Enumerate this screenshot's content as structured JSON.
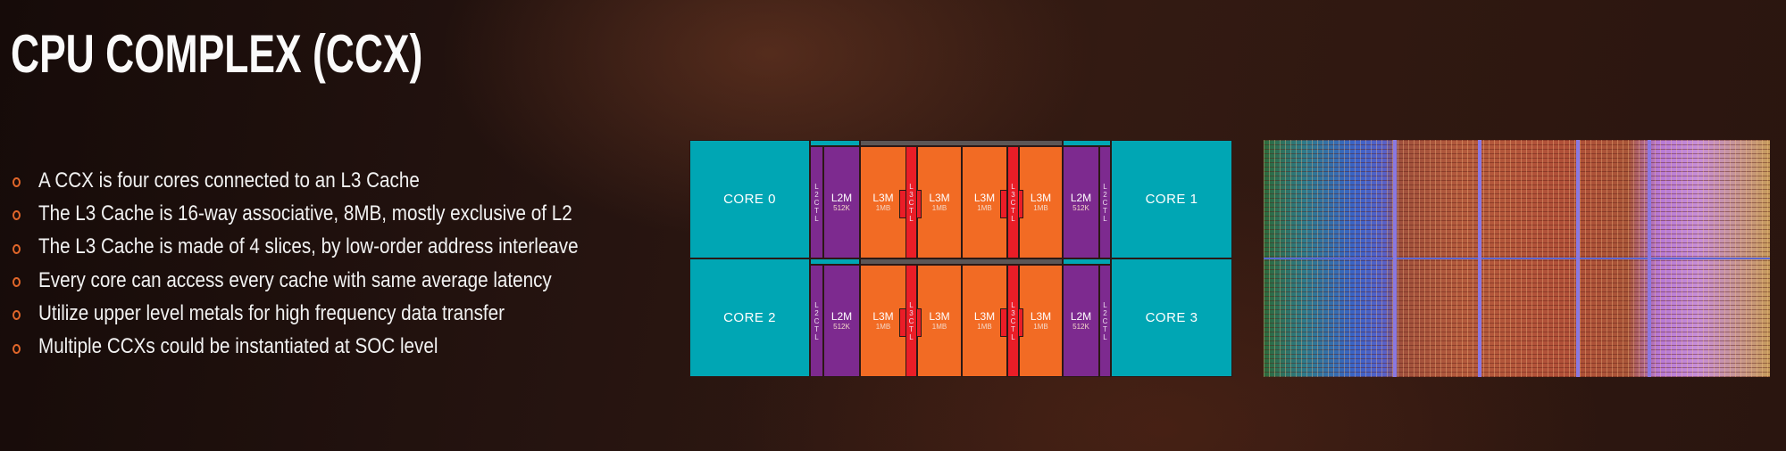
{
  "title": "CPU COMPLEX (CCX)",
  "bullets": [
    "A CCX is four  cores connected to an L3 Cache",
    "The L3 Cache is 16-way associative, 8MB, mostly exclusive of L2",
    "The L3 Cache is made of 4 slices, by low-order address interleave",
    "Every core can access every cache with same average latency",
    "Utilize upper level metals for high frequency data transfer",
    "Multiple CCXs could be instantiated at SOC level"
  ],
  "diagram": {
    "rows": [
      {
        "left_core": "CORE 0",
        "right_core": "CORE 1"
      },
      {
        "left_core": "CORE 2",
        "right_core": "CORE 3"
      }
    ],
    "l2ctl": "L2CTL",
    "l2m": "L2M",
    "l2m_size": "512K",
    "l3m": "L3M",
    "l3m_size": "1MB",
    "l3ctl": "L3CTL",
    "colors": {
      "core": "#00a6b4",
      "l2": "#7d2a8f",
      "l3": "#f26b24",
      "l3ctl": "#ea1d27",
      "bullet": "#e0662a"
    }
  }
}
